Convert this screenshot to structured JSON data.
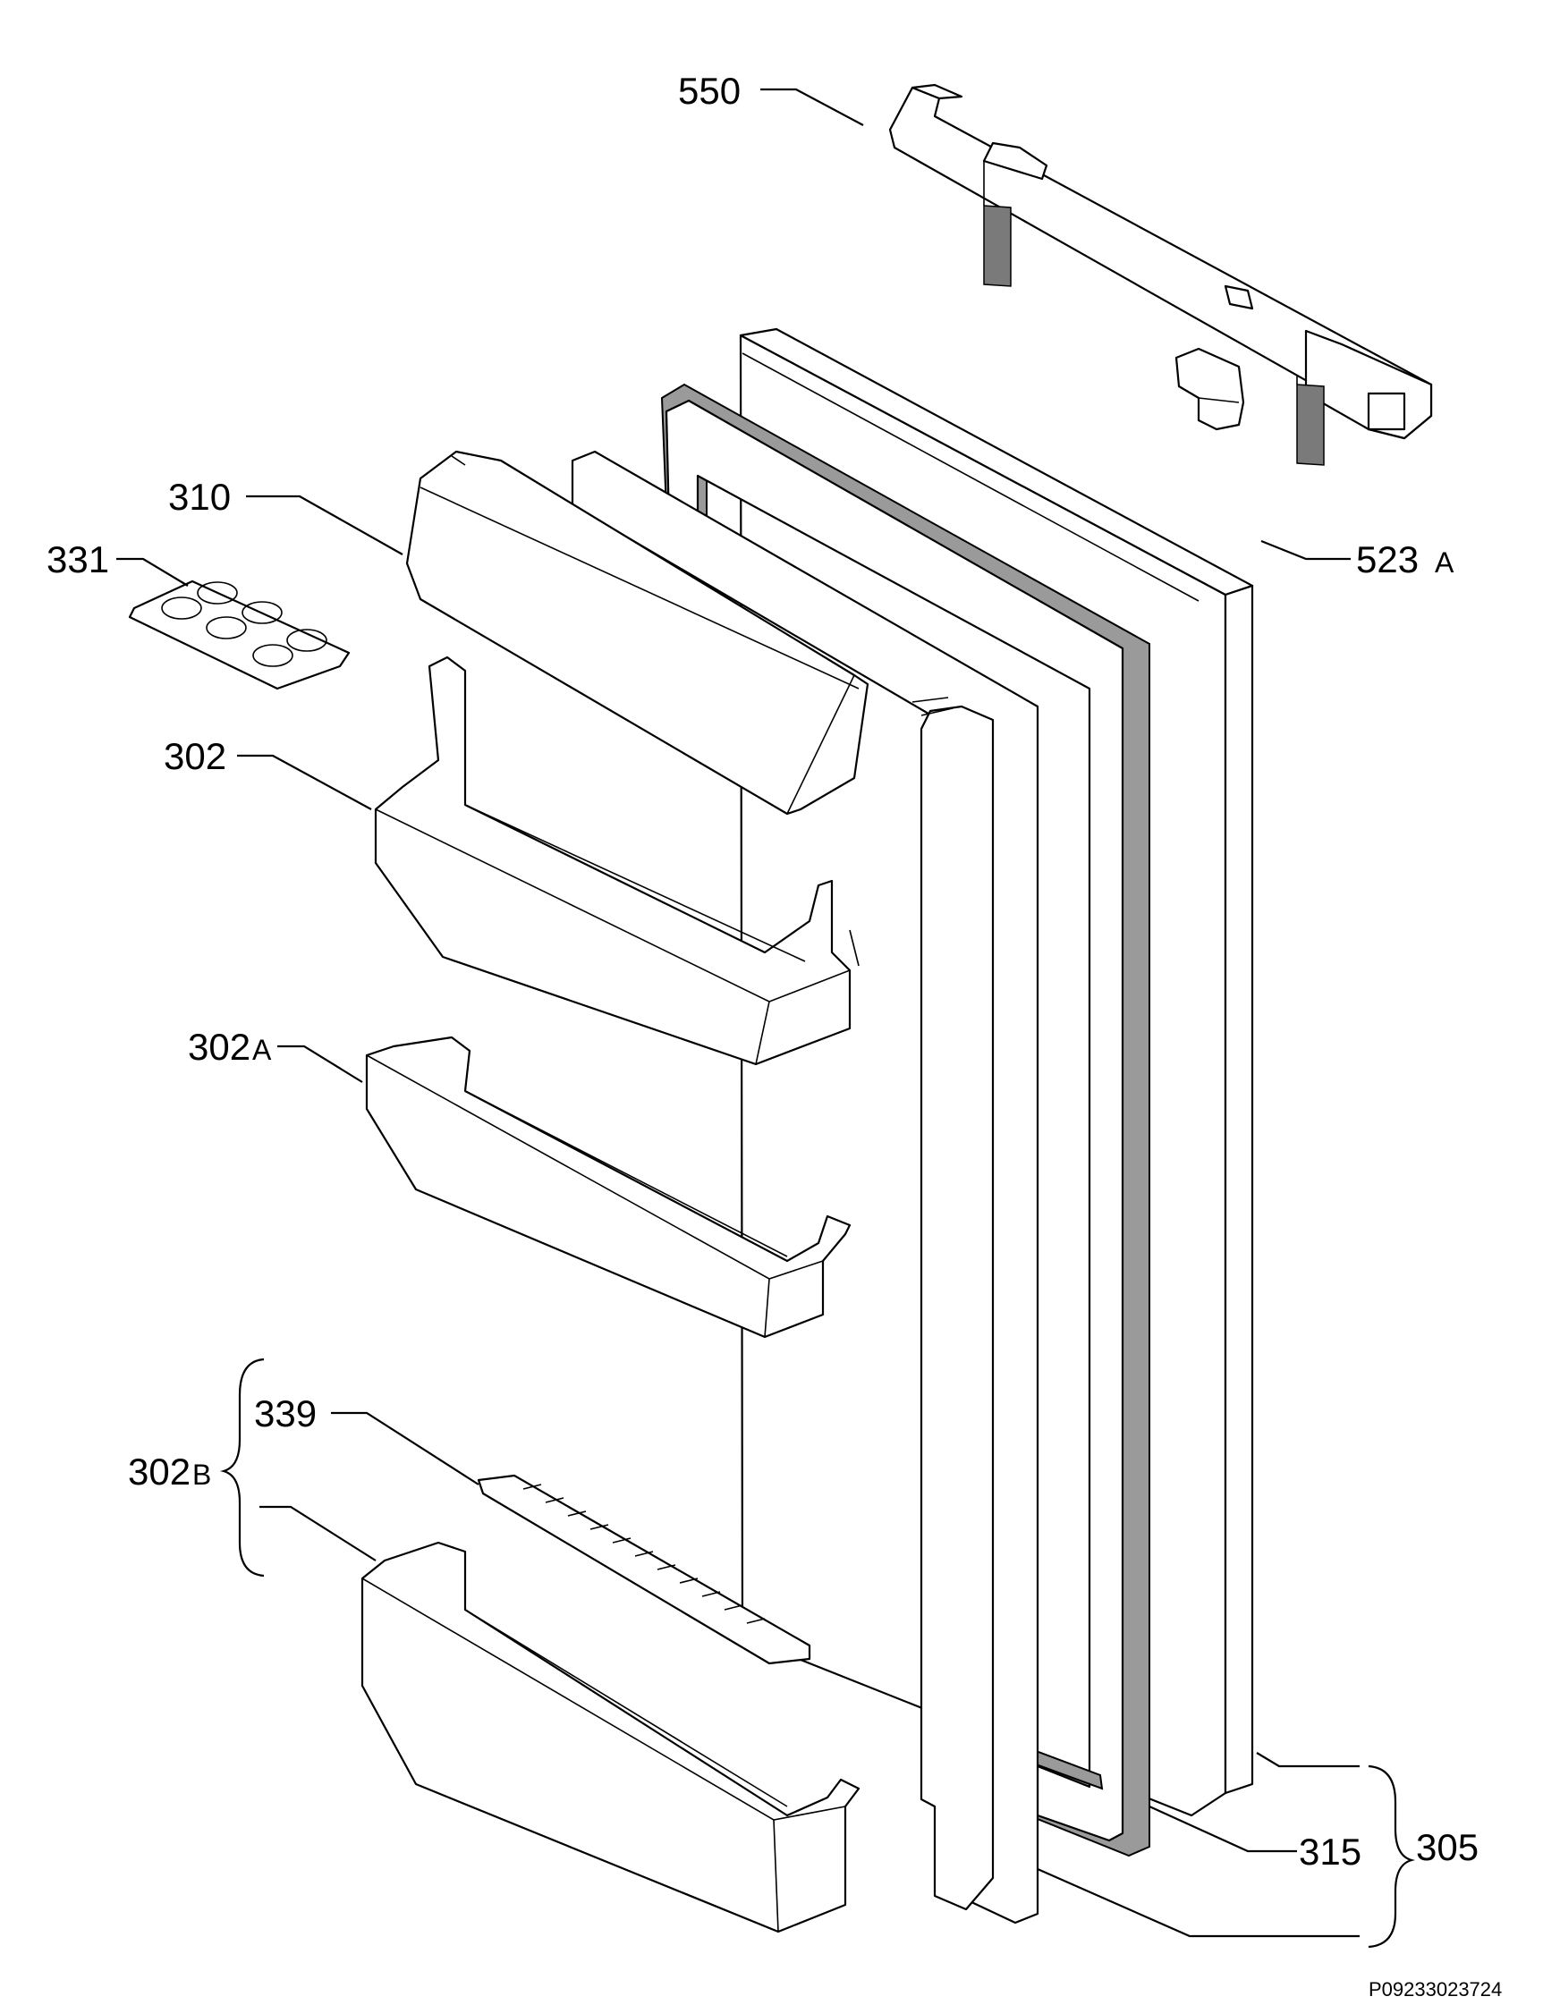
{
  "diagram": {
    "reference": "P09233023724",
    "labels": {
      "p550": "550",
      "p523": "523",
      "p523_suffix": "A",
      "p310": "310",
      "p331": "331",
      "p302": "302",
      "p302a": "302",
      "p302a_suffix": "A",
      "p302b": "302",
      "p302b_suffix": "B",
      "p339": "339",
      "p315": "315",
      "p305": "305"
    }
  }
}
